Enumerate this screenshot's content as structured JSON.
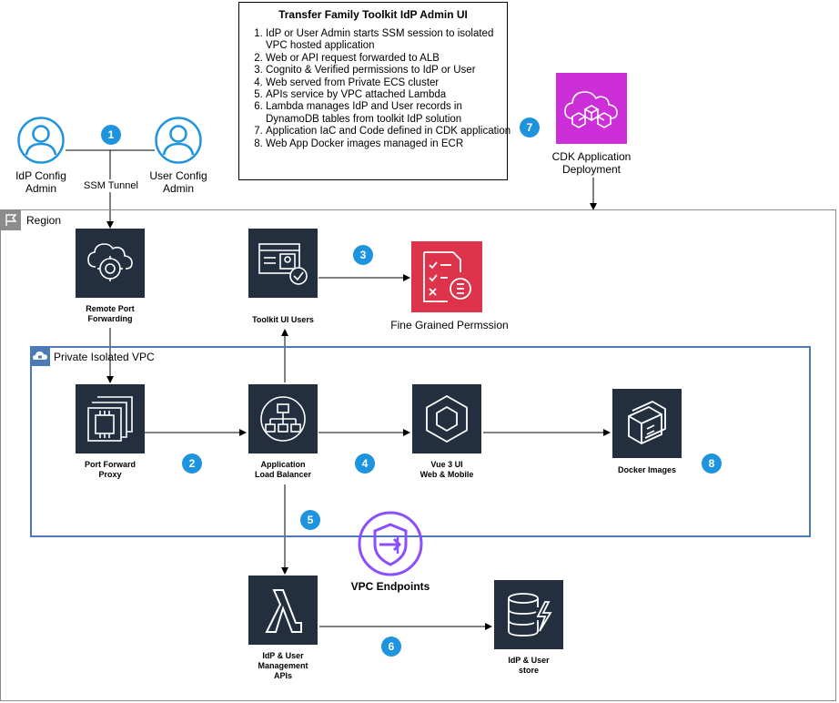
{
  "legend": {
    "title": "Transfer Family Toolkit IdP Admin UI",
    "steps": [
      "IdP or User Admin starts SSM session to isolated VPC hosted application",
      "Web or API request forwarded to ALB",
      "Cognito & Verified permissions to IdP or User",
      "Web served from Private ECS cluster",
      "APIs service by VPC attached Lambda",
      "Lambda manages IdP and User records in DynamoDB tables from toolkit IdP solution",
      "Application IaC and Code defined in CDK application",
      "Web App Docker images managed in ECR"
    ]
  },
  "actors": {
    "idp_admin": "IdP Config\nAdmin",
    "user_admin": "User Config\nAdmin",
    "ssm_tunnel": "SSM Tunnel"
  },
  "groups": {
    "region": "Region",
    "vpc": "Private Isolated VPC"
  },
  "nodes": {
    "remote_port": "Remote Port\nForwarding",
    "toolkit_users": "Toolkit UI Users",
    "fine_grained": "Fine Grained Permssion",
    "port_forward": "Port Forward\nProxy",
    "alb": "Application\nLoad Balancer",
    "vue": "Vue 3 UI\nWeb & Mobile",
    "docker": "Docker Images",
    "cdk": "CDK Application\nDeployment",
    "vpc_endpoints": "VPC Endpoints",
    "lambda": "IdP & User\nManagement\nAPIs",
    "store": "IdP & User\nstore"
  },
  "badges": [
    "1",
    "2",
    "3",
    "4",
    "5",
    "6",
    "7",
    "8"
  ],
  "colors": {
    "tile": "#232f3e",
    "badge": "#1e94de",
    "vpc_border": "#4b7ab7",
    "region_border": "#8c8c8c",
    "cdk": "#cc2ed8",
    "permission": "#dd344c",
    "endpoints": "#8c4fff",
    "user_icon": "#1e94de"
  }
}
